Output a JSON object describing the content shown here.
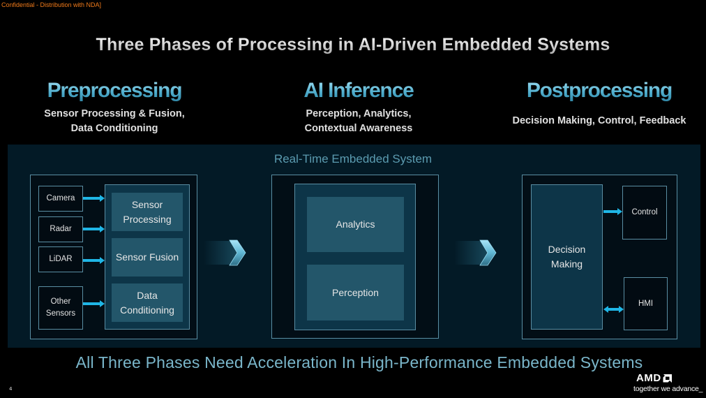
{
  "confidential_note": "Confidential - Distribution with NDA]",
  "title": "Three Phases of Processing in AI-Driven Embedded Systems",
  "phases": [
    {
      "title": "Preprocessing",
      "subtitle_lines": [
        "Sensor Processing & Fusion,",
        "Data Conditioning"
      ]
    },
    {
      "title": "AI Inference",
      "subtitle_lines": [
        "Perception, Analytics,",
        "Contextual Awareness"
      ]
    },
    {
      "title": "Postprocessing",
      "subtitle_lines": [
        "Decision Making, Control, Feedback"
      ]
    }
  ],
  "system_label": "Real-Time Embedded System",
  "preprocessing": {
    "sensors": [
      {
        "label_lines": [
          "Camera"
        ]
      },
      {
        "label_lines": [
          "Radar"
        ]
      },
      {
        "label_lines": [
          "LiDAR"
        ]
      },
      {
        "label_lines": [
          "Other",
          "Sensors"
        ]
      }
    ],
    "blocks": [
      {
        "label_lines": [
          "Sensor",
          "Processing"
        ]
      },
      {
        "label_lines": [
          "Sensor Fusion"
        ]
      },
      {
        "label_lines": [
          "Data",
          "Conditioning"
        ]
      }
    ]
  },
  "inference": {
    "blocks": [
      {
        "label": "Analytics"
      },
      {
        "label": "Perception"
      }
    ]
  },
  "postprocessing": {
    "decision": {
      "label_lines": [
        "Decision",
        "Making"
      ]
    },
    "outputs": [
      {
        "label": "Control",
        "connection": "one-way"
      },
      {
        "label": "HMI",
        "connection": "two-way"
      }
    ]
  },
  "footer": {
    "tagline": "All Three Phases Need Acceleration In High-Performance Embedded Systems",
    "page_number": "4",
    "brand": "AMD",
    "brand_slogan": "together we advance_"
  },
  "colors": {
    "accent_cyan": "#1fb6e6",
    "phase_title": "#4aa8c8",
    "panel_bg": "#031a26",
    "block_fill": "#23566a",
    "confidential": "#f07a1a"
  }
}
